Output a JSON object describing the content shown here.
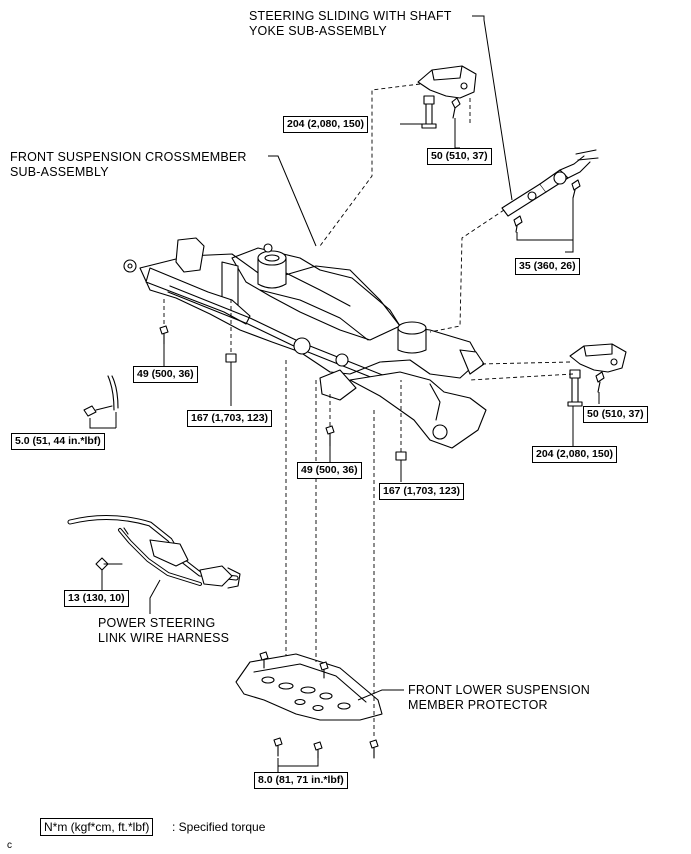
{
  "labels": {
    "steering_shaft_line1": "STEERING SLIDING WITH SHAFT",
    "steering_shaft_line2": "YOKE SUB-ASSEMBLY",
    "crossmember_line1": "FRONT SUSPENSION CROSSMEMBER",
    "crossmember_line2": "SUB-ASSEMBLY",
    "harness_line1": "POWER STEERING",
    "harness_line2": "LINK WIRE HARNESS",
    "protector_line1": "FRONT LOWER SUSPENSION",
    "protector_line2": "MEMBER PROTECTOR"
  },
  "torques": {
    "t204_top": "204 (2,080, 150)",
    "t50_top": "50 (510, 37)",
    "t35": "35 (360, 26)",
    "t49_left": "49 (500, 36)",
    "t167_left": "167 (1,703, 123)",
    "t5": "5.0 (51, 44 in.*lbf)",
    "t49_mid": "49 (500, 36)",
    "t167_mid": "167 (1,703, 123)",
    "t204_right": "204 (2,080, 150)",
    "t50_right": "50 (510, 37)",
    "t13": "13 (130, 10)",
    "t8": "8.0 (81, 71 in.*lbf)"
  },
  "legend": {
    "box": "N*m (kgf*cm, ft.*lbf)",
    "text": ": Specified torque"
  },
  "ref_code": "c"
}
